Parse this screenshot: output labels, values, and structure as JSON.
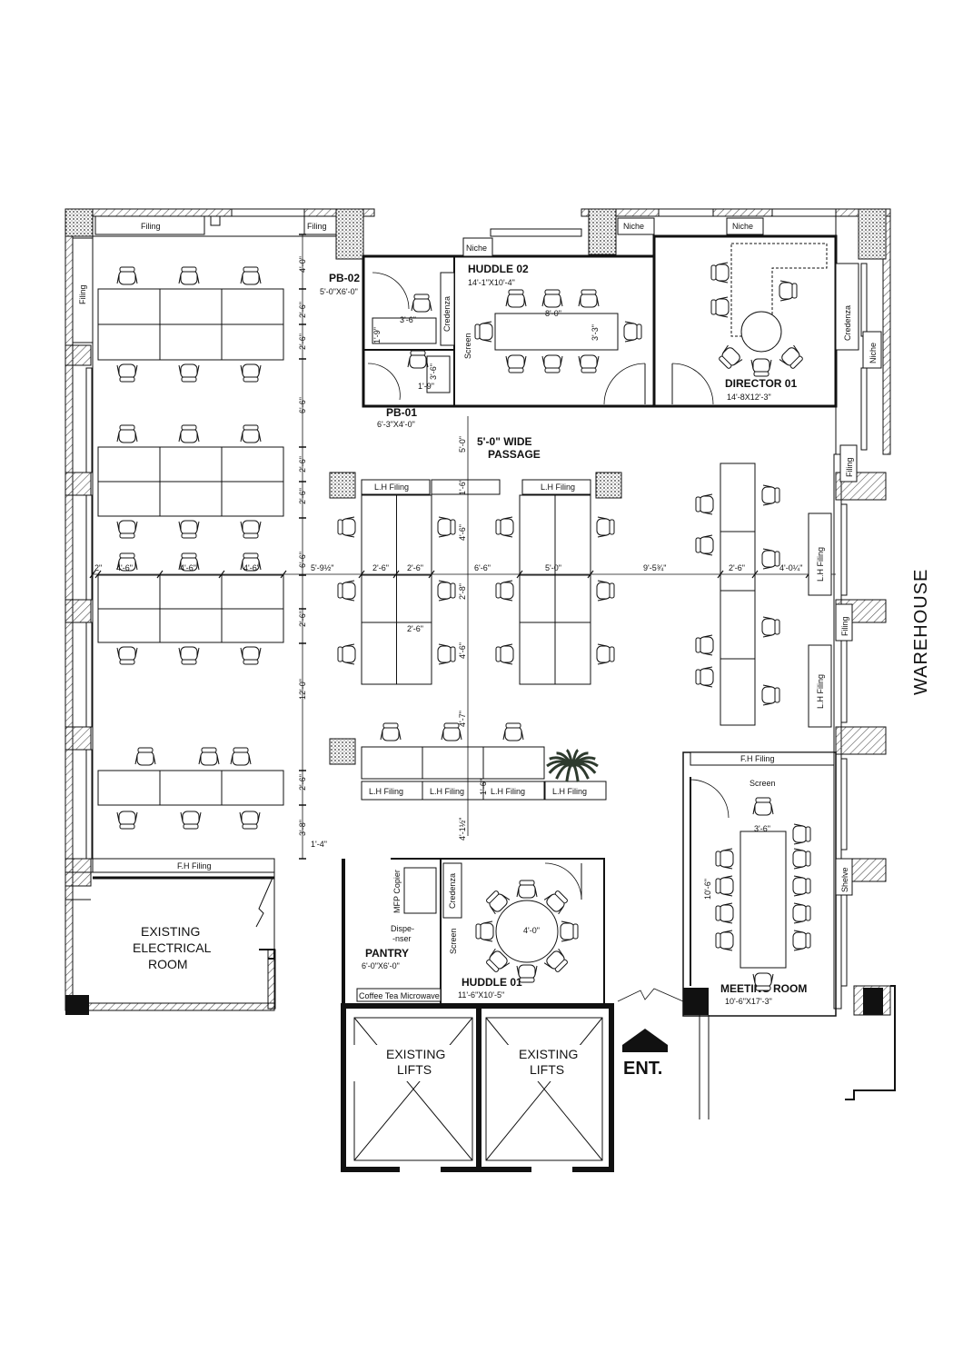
{
  "rooms": {
    "pb02": {
      "name": "PB-02",
      "size": "5'-0\"X6'-0\""
    },
    "pb01": {
      "name": "PB-01",
      "size": "6'-3\"X4'-0\""
    },
    "huddle02": {
      "name": "HUDDLE 02",
      "size": "14'-1\"X10'-4\""
    },
    "director01": {
      "name": "DIRECTOR 01",
      "size": "14'-8X12'-3\""
    },
    "passage": {
      "line1": "5'-0\" WIDE",
      "line2": "PASSAGE"
    },
    "electrical": {
      "line1": "EXISTING",
      "line2": "ELECTRICAL",
      "line3": "ROOM"
    },
    "pantry": {
      "name": "PANTRY",
      "size": "6'-0\"X6'-0\""
    },
    "huddle01": {
      "name": "HUDDLE 01",
      "size": "11'-6\"X10'-5\""
    },
    "meeting": {
      "name": "MEETING ROOM",
      "size": "10'-6\"X17'-3\""
    },
    "lift1": {
      "line1": "EXISTING",
      "line2": "LIFTS"
    },
    "lift2": {
      "line1": "EXISTING",
      "line2": "LIFTS"
    }
  },
  "outside": {
    "warehouse": "WAREHOUSE",
    "entrance": "ENT."
  },
  "labels": {
    "filing": "Filing",
    "niche": "Niche",
    "credenza": "Credenza",
    "screen": "Screen",
    "lh_filing": "L.H Filing",
    "fh_filing": "F.H Filing",
    "shelve": "Shelve",
    "mfp_copier": "MFP Copier",
    "dispenser_1": "Dispe-",
    "dispenser_2": "-nser",
    "coffee": "Coffee Tea Microwave"
  },
  "dims": {
    "d_4_0": "4'-0\"",
    "d_2_6": "2'-6\"",
    "d_6_6": "6'-6\"",
    "d_4_6": "4'-6\"",
    "d_12_0": "12'-0\"",
    "d_3_8": "3'-8\"",
    "d_1_4": "1'-4\"",
    "d_5_9": "5'-9½\"",
    "d_5_0": "5'-0\"",
    "d_9_5": "9'-5¾\"",
    "d_4_0q": "4'-0¼\"",
    "d_1_6": "1'-6\"",
    "d_4_7": "4'-7\"",
    "d_4_1": "4'-1½\"",
    "d_3_6": "3'-6\"",
    "d_8_0": "8'-0\"",
    "d_3_3": "3'-3\"",
    "d_1_9": "1'-9\"",
    "d_10_6": "10'-6\"",
    "d_2": "2\"",
    "d_2_8": "2'-8\""
  },
  "colors": {
    "wall": "#111111",
    "line": "#222222",
    "hatch": "#555555",
    "plant": "#2d3a2d"
  }
}
